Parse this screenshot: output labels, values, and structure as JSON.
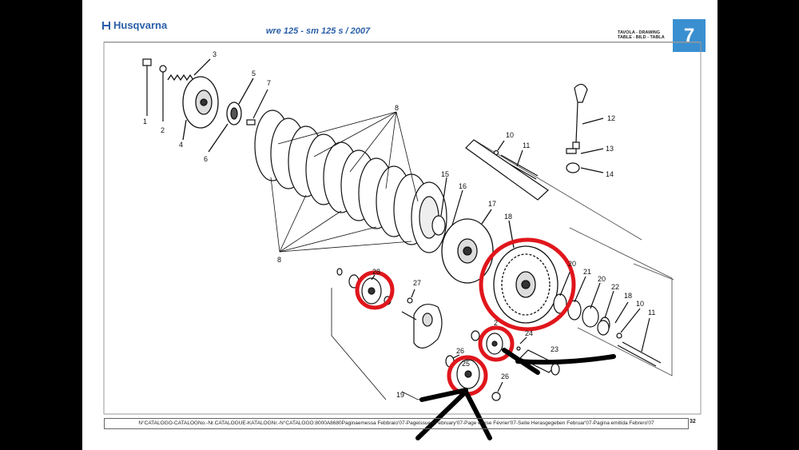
{
  "header": {
    "brand": "Husqvarna",
    "title": "wre 125 - sm 125 s / 2007",
    "table_label_line1": "TAVOLA - DRAWING",
    "table_label_line2": "TABLE - BILD - TABLA",
    "table_number": "7"
  },
  "footer": {
    "catalog_text": "N°CATALOGO-CATALOGNo.-Nr.CATALOGUE-KATALOGNr.-N°CATALOGO:8000A8680Paginaemessa Febbraio'07-Pageissued February'07-Page émise Février'07-Seite Herasgegeben Februar'07-Pagina emitida Febrero'07",
    "page_number": "32"
  },
  "parts": [
    {
      "id": "p1",
      "label": "1"
    },
    {
      "id": "p2",
      "label": "2"
    },
    {
      "id": "p3",
      "label": "3"
    },
    {
      "id": "p4",
      "label": "4"
    },
    {
      "id": "p5",
      "label": "5"
    },
    {
      "id": "p6",
      "label": "6"
    },
    {
      "id": "p7",
      "label": "7"
    },
    {
      "id": "p8a",
      "label": "8"
    },
    {
      "id": "p8b",
      "label": "8"
    },
    {
      "id": "p10a",
      "label": "10"
    },
    {
      "id": "p11a",
      "label": "11"
    },
    {
      "id": "p12",
      "label": "12"
    },
    {
      "id": "p13",
      "label": "13"
    },
    {
      "id": "p14",
      "label": "14"
    },
    {
      "id": "p15",
      "label": "15"
    },
    {
      "id": "p16",
      "label": "16"
    },
    {
      "id": "p17",
      "label": "17"
    },
    {
      "id": "p18a",
      "label": "18"
    },
    {
      "id": "p20a",
      "label": "20"
    },
    {
      "id": "p21",
      "label": "21"
    },
    {
      "id": "p20b",
      "label": "20"
    },
    {
      "id": "p22",
      "label": "22"
    },
    {
      "id": "p18b",
      "label": "18"
    },
    {
      "id": "p10b",
      "label": "10"
    },
    {
      "id": "p11b",
      "label": "11"
    },
    {
      "id": "p28",
      "label": "28"
    },
    {
      "id": "p27",
      "label": "27"
    },
    {
      "id": "p2b",
      "label": "2"
    },
    {
      "id": "p24",
      "label": "24"
    },
    {
      "id": "p23",
      "label": "23"
    },
    {
      "id": "p26a",
      "label": "26"
    },
    {
      "id": "p25",
      "label": "25"
    },
    {
      "id": "p26b",
      "label": "26"
    },
    {
      "id": "p19",
      "label": "19"
    }
  ],
  "annotations": {
    "circle_color": "#e0161c",
    "arrow_color": "#000000"
  }
}
